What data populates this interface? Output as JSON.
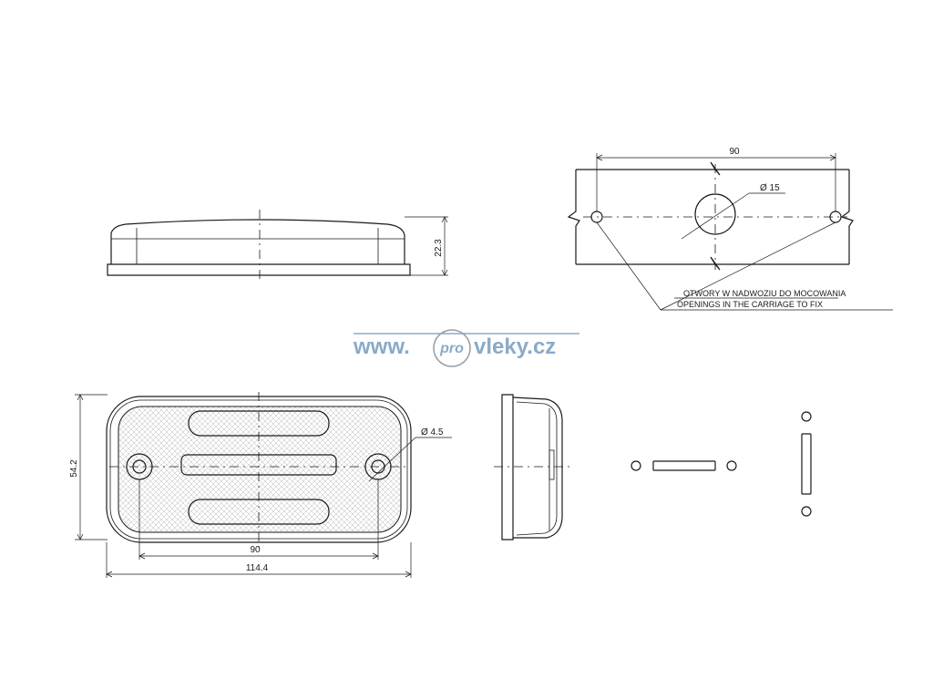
{
  "watermark": {
    "prefix": "www.",
    "middle": "pro",
    "suffix": "vleky.cz",
    "color": "#8aaac8"
  },
  "dimensions": {
    "side_height": "22.3",
    "mount_spacing": "90",
    "hole_center_diameter": "Ø 15",
    "front_height": "54.2",
    "front_hole_spacing": "90",
    "front_width": "114.4",
    "fix_hole_diameter": "Ø  4.5"
  },
  "notes": {
    "line_pl": "OTWORY W NADWOZIU DO MOCOWANIA",
    "line_en": "OPENINGS IN THE CARRIAGE TO FIX"
  }
}
